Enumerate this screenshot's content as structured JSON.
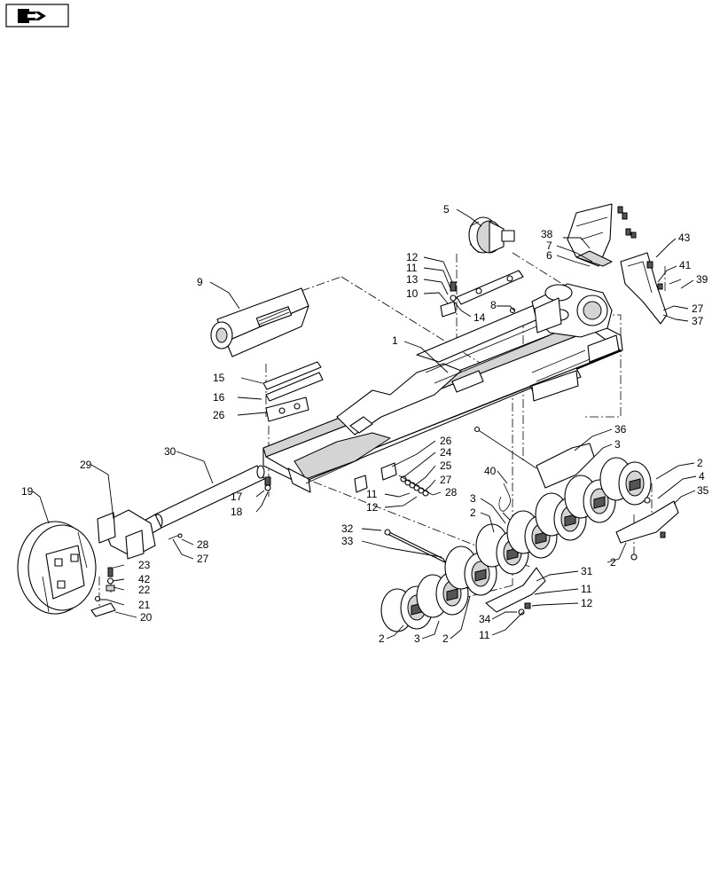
{
  "nav_icon": "next-page-arrow-icon",
  "labels": {
    "p1": "1",
    "p2": "2",
    "p3": "3",
    "p4": "4",
    "p5": "5",
    "p6": "6",
    "p7": "7",
    "p8": "8",
    "p9": "9",
    "p10": "10",
    "p11": "11",
    "p12": "12",
    "p13": "13",
    "p14": "14",
    "p15": "15",
    "p16": "16",
    "p17": "17",
    "p18": "18",
    "p19": "19",
    "p20": "20",
    "p21": "21",
    "p22": "22",
    "p23": "23",
    "p24": "24",
    "p25": "25",
    "p26": "26",
    "p27": "27",
    "p28": "28",
    "p29": "29",
    "p30": "30",
    "p31": "31",
    "p32": "32",
    "p33": "33",
    "p34": "34",
    "p35": "35",
    "p36": "36",
    "p37": "37",
    "p38": "38",
    "p39": "39",
    "p40": "40",
    "p41": "41",
    "p42": "42",
    "p43": "43"
  }
}
